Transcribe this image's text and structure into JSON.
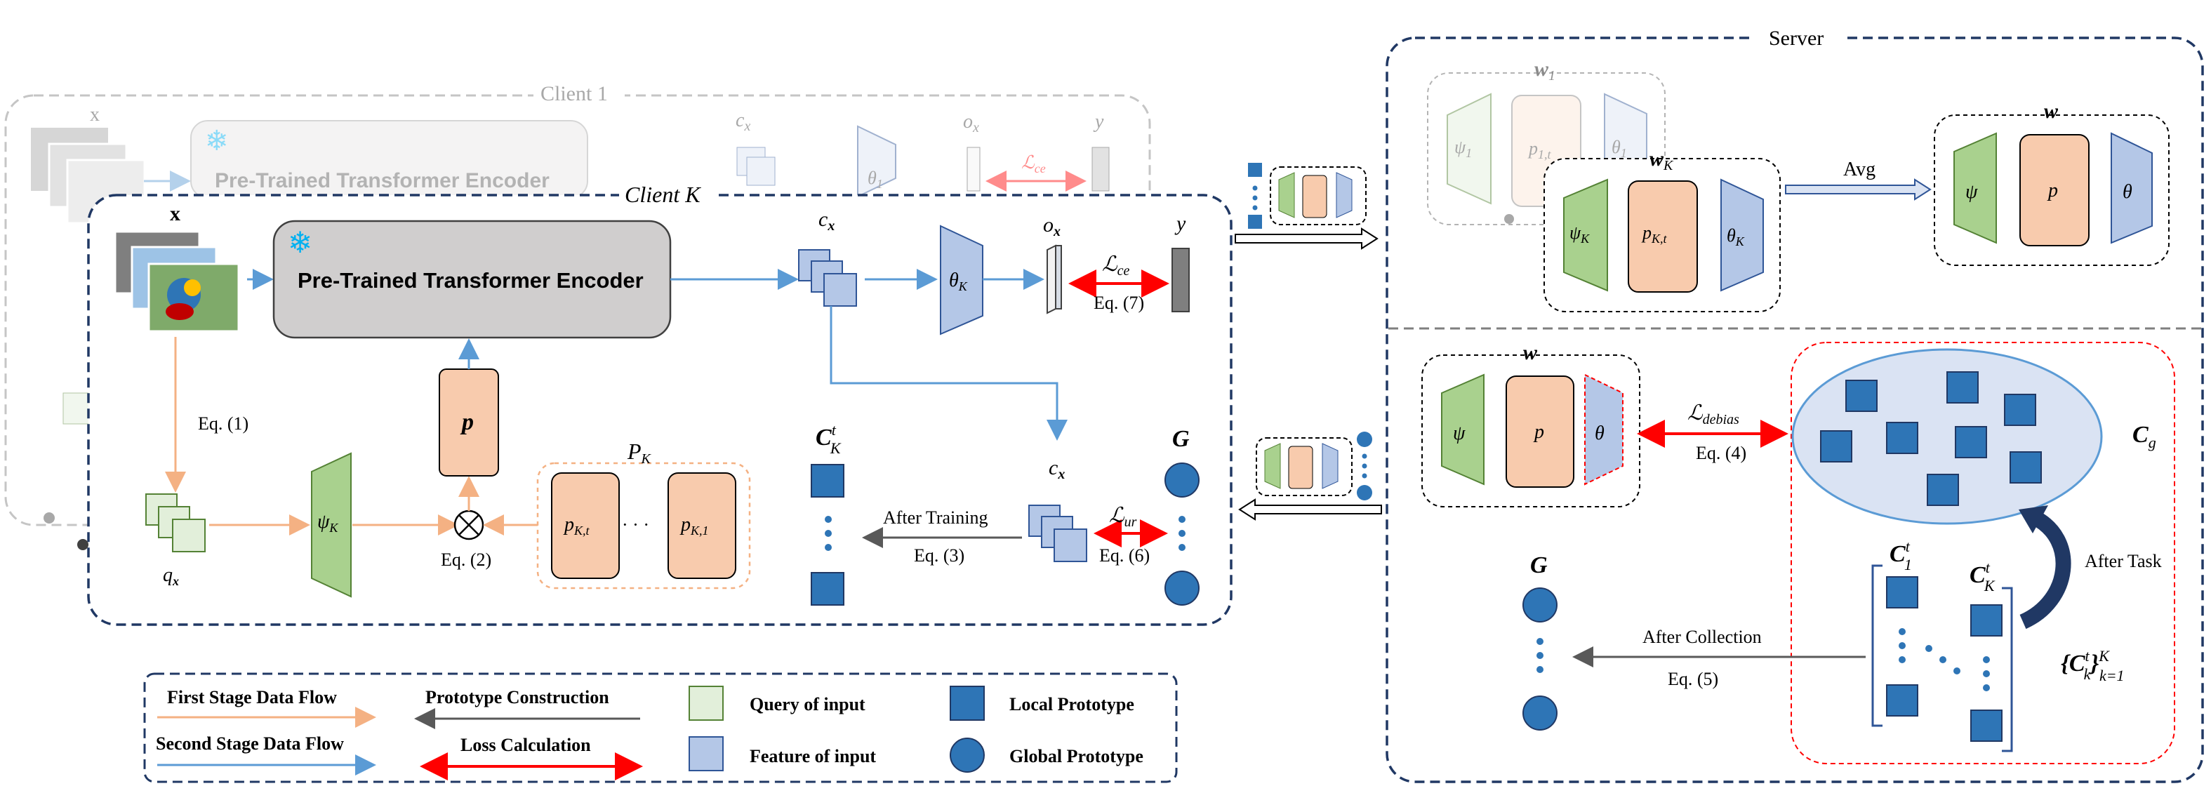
{
  "client1": {
    "title": "Client  1",
    "input_label": "x",
    "encoder_label": "Pre-Trained Transformer Encoder",
    "feature_label": "c",
    "feature_sub": "x",
    "head_label": "θ",
    "head_sub": "1",
    "output_label": "o",
    "output_sub": "x",
    "target_label": "y",
    "loss_label": "ℒ",
    "loss_sub": "ce"
  },
  "clientK": {
    "title": "Client K",
    "input_label": "x",
    "encoder_label": "Pre-Trained Transformer Encoder",
    "feature_label": "c",
    "feature_sub": "x",
    "head_label": "θ",
    "head_sub": "K",
    "output_label": "o",
    "output_sub": "x",
    "target_label": "y",
    "loss_ce_label": "ℒ",
    "loss_ce_sub": "ce",
    "eq7": "Eq. (7)",
    "eq1": "Eq. (1)",
    "eq2": "Eq. (2)",
    "eq3": "Eq. (3)",
    "eq6": "Eq. (6)",
    "query_label": "q",
    "query_sub": "x",
    "psi_label": "ψ",
    "psi_sub": "K",
    "prompt_label": "p",
    "pool_label": "P",
    "pool_sub": "K",
    "pool_item1": "p",
    "pool_item1_sub": "K,t",
    "pool_item2": "p",
    "pool_item2_sub": "K,1",
    "pool_dots": "· · ·",
    "after_training": "After  Training",
    "feature2_label": "c",
    "feature2_sub": "x",
    "loss_ur_label": "ℒ",
    "loss_ur_sub": "ur",
    "local_proto_label": "C",
    "local_proto_sup": "t",
    "local_proto_sub": "K",
    "global_label": "G"
  },
  "server": {
    "title": "Server",
    "w1_label": "w",
    "w1_sub": "1",
    "w1_psi": "ψ",
    "w1_psi_sub": "1",
    "w1_p": "p",
    "w1_p_sub": "1,t",
    "w1_theta": "θ",
    "w1_theta_sub": "1",
    "wK_label": "w",
    "wK_sub": "K",
    "wK_psi": "ψ",
    "wK_psi_sub": "K",
    "wK_p": "p",
    "wK_p_sub": "K,t",
    "wK_theta": "θ",
    "wK_theta_sub": "K",
    "avg_label": "Avg",
    "w_label": "w",
    "w_psi": "ψ",
    "w_p": "p",
    "w_theta": "θ",
    "w2_label": "w",
    "w2_psi": "ψ",
    "w2_p": "p",
    "w2_theta": "θ",
    "debias_label": "ℒ",
    "debias_sub": "debias",
    "eq4": "Eq. (4)",
    "cg_label": "C",
    "cg_sub": "g",
    "after_task": "After Task",
    "c1_label": "C",
    "c1_sup": "t",
    "c1_sub": "1",
    "cK_label": "C",
    "cK_sup": "t",
    "cK_sub": "K",
    "set_label": "{C",
    "set_sup": "t",
    "set_sub": "k",
    "set_close": "}",
    "set_range_sup": "K",
    "set_range_sub": "k=1",
    "after_collection": "After Collection",
    "eq5": "Eq. (5)",
    "global_label": "G"
  },
  "legend": {
    "first_stage": "First Stage Data Flow",
    "second_stage": "Second Stage Data Flow",
    "proto_construction": "Prototype Construction",
    "loss_calc": "Loss Calculation",
    "query_input": "Query of input",
    "feature_input": "Feature of input",
    "local_proto": "Local Prototype",
    "global_proto": "Global Prototype"
  },
  "colors": {
    "green": "#e2efda",
    "green_stroke": "#548235",
    "orange": "#f8cbad",
    "orange_stroke": "#c55a11",
    "blue_feat": "#b4c7e7",
    "blue_stroke": "#2f5597",
    "proto_blue": "#2e75b6",
    "encoder_gray": "#d0cece",
    "flow_orange": "#f4b183",
    "flow_blue": "#5b9bd5",
    "loss_red": "#ff0000",
    "dark_navy": "#203864"
  }
}
